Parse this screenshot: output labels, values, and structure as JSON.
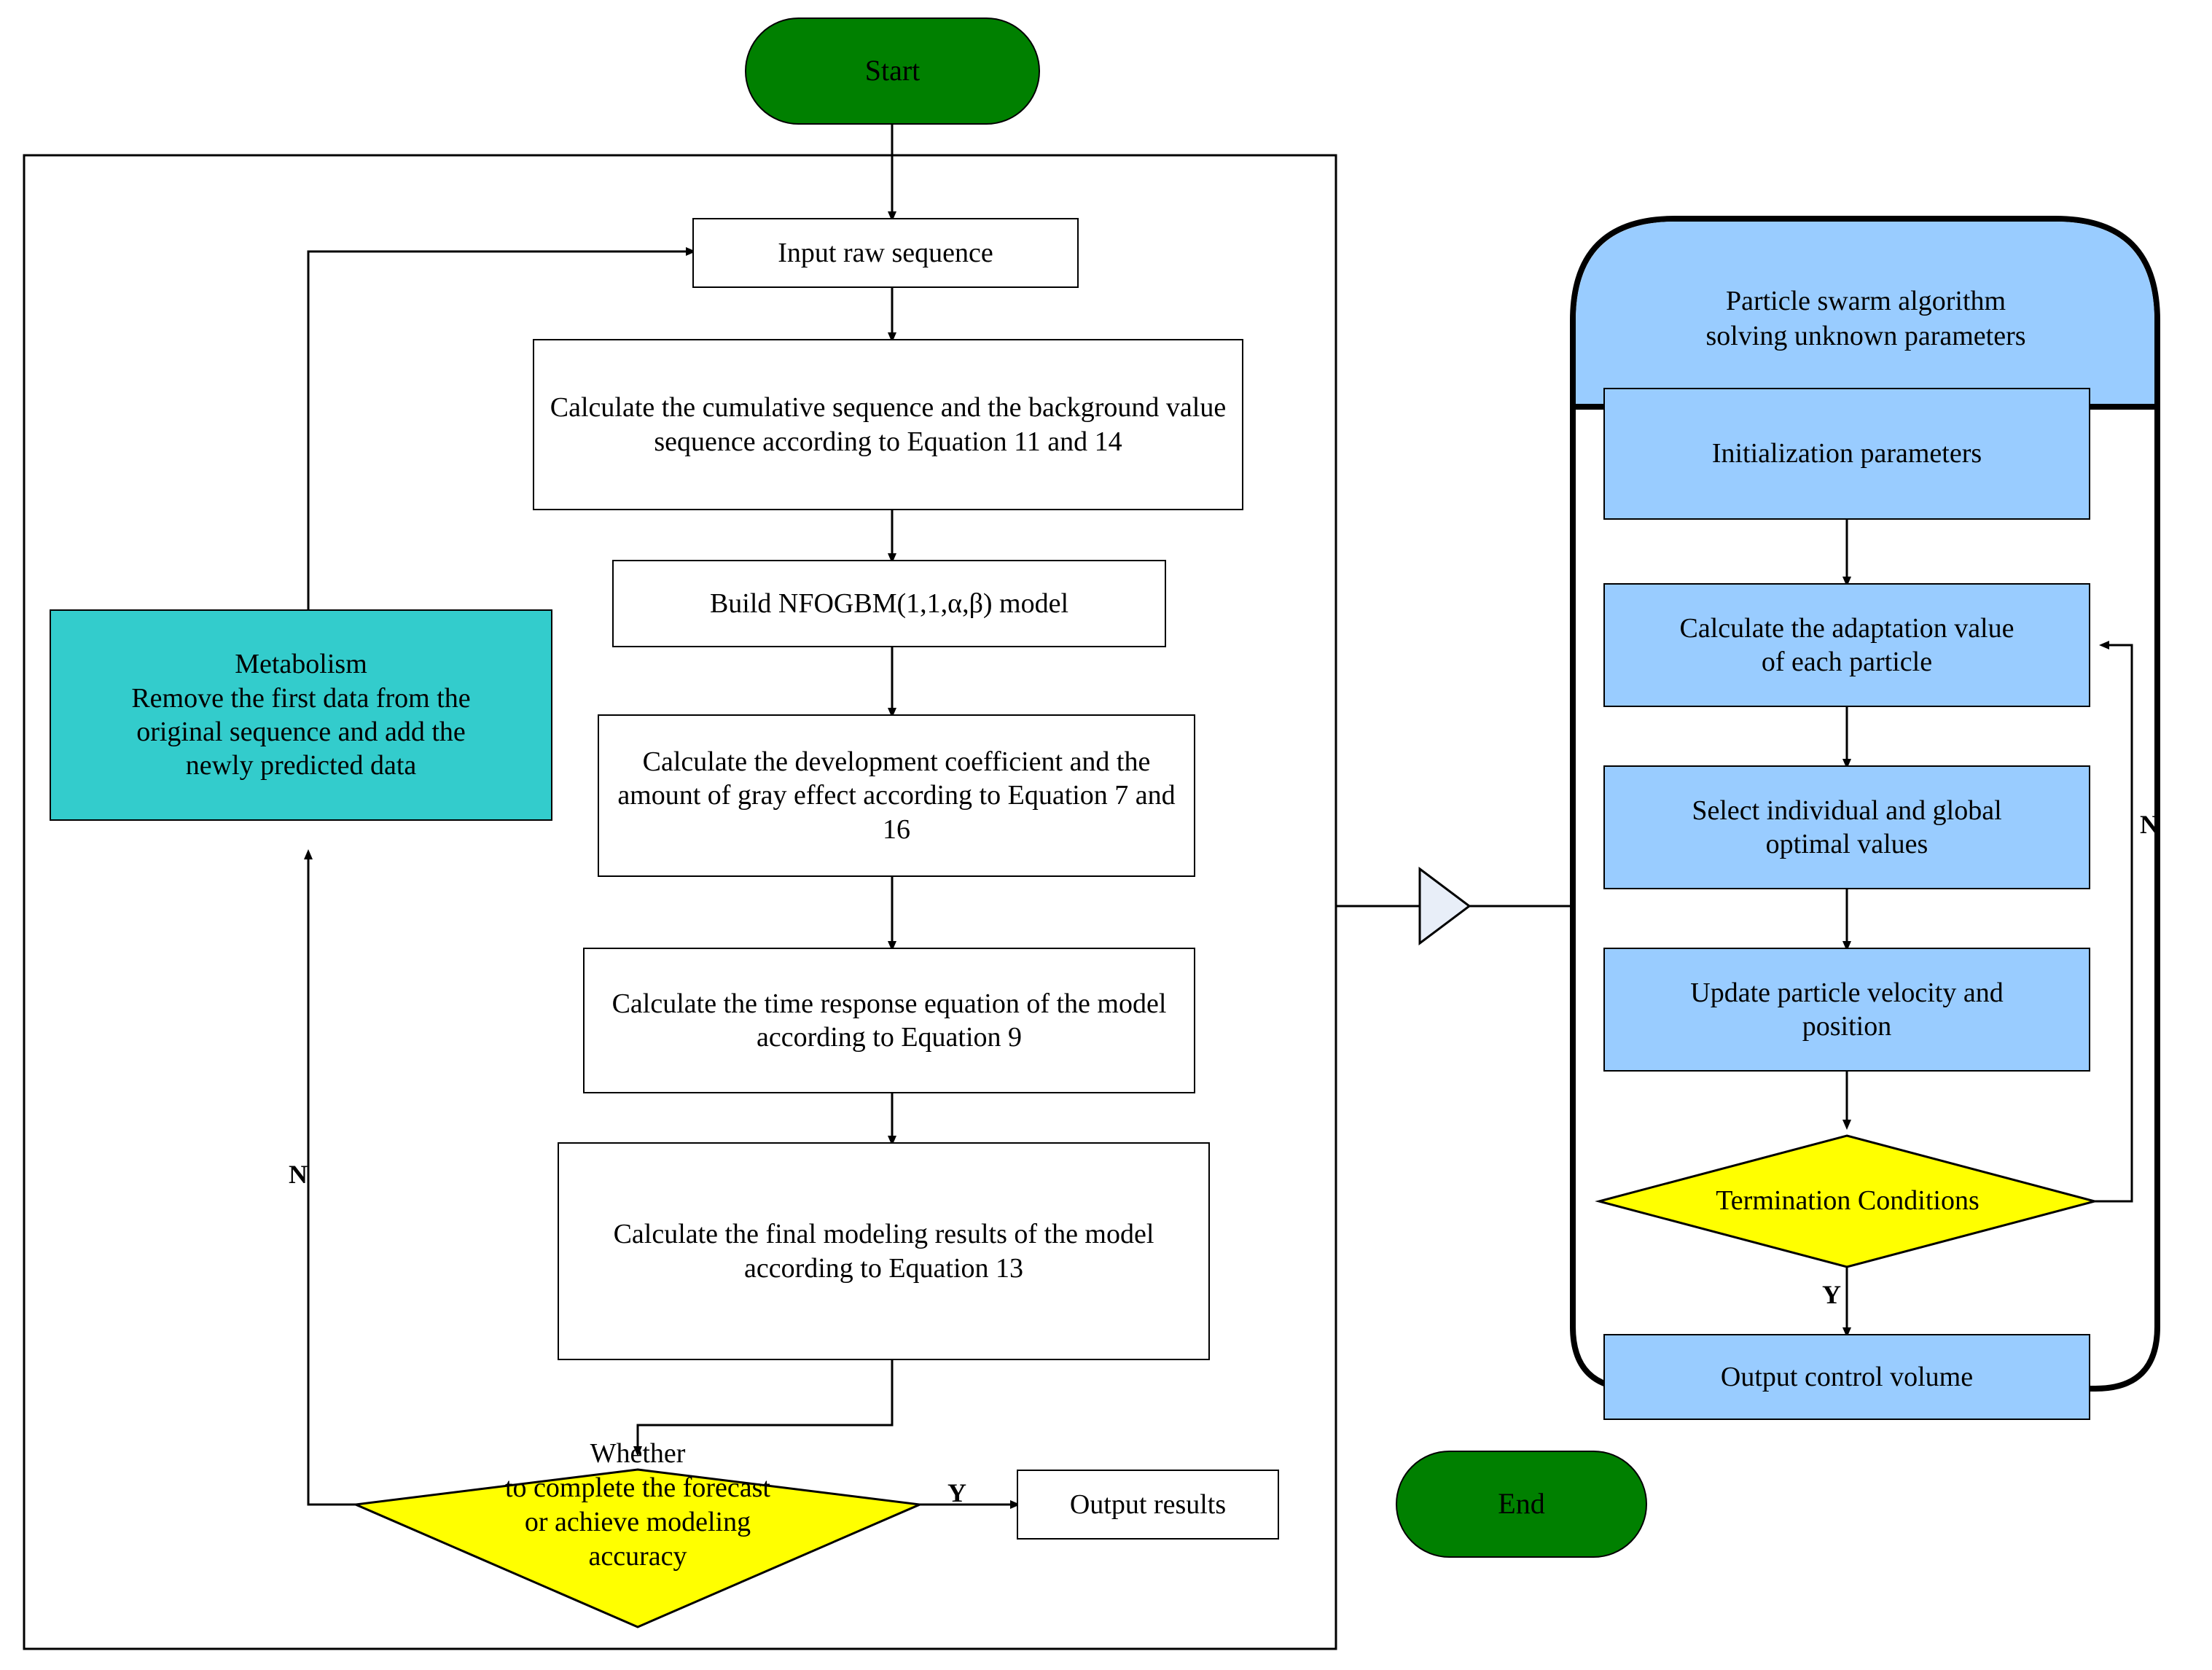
{
  "diagram": {
    "title": "NFOGBM(1,1,alpha,beta) modeling flowchart with particle swarm optimization",
    "colors": {
      "terminator_green": "#008000",
      "process_white": "#ffffff",
      "decision_yellow": "#ffff00",
      "metabolism_teal": "#33cccc",
      "pso_blue": "#99ccff",
      "connector_fill": "#e8eef8",
      "stroke": "#000000"
    }
  },
  "main_flow": {
    "start": "Start",
    "input_raw_sequence": "Input raw sequence",
    "cumulative": "Calculate the cumulative sequence and the background value sequence according to Equation 11 and 14",
    "build_model": "Build NFOGBM(1,1,α,β) model",
    "development_coefficient": "Calculate the development coefficient and the amount of gray effect according to Equation 7 and 16",
    "time_response": "Calculate the time response equation of the model according to Equation 9",
    "final_results": "Calculate the final modeling results of the model according to Equation 13",
    "decision_line1": "Whether",
    "decision_line2": "to complete the forecast",
    "decision_line3": "or achieve modeling",
    "decision_line4": "accuracy",
    "output_results": "Output results",
    "end": "End",
    "metabolism_line1": "Metabolism",
    "metabolism_line2": "Remove the first data from the",
    "metabolism_line3": "original sequence and add the",
    "metabolism_line4": "newly predicted data",
    "label_yes": "Y",
    "label_no": "N"
  },
  "pso_panel": {
    "title_line1": "Particle swarm algorithm",
    "title_line2": "solving unknown parameters",
    "initialization": "Initialization parameters",
    "adaptation_line1": "Calculate the adaptation value",
    "adaptation_line2": "of each particle",
    "select_line1": "Select individual and global",
    "select_line2": "optimal values",
    "update_line1": "Update particle velocity and",
    "update_line2": "position",
    "termination": "Termination Conditions",
    "output_control_volume": "Output control volume",
    "label_yes": "Y",
    "label_no": "N"
  }
}
